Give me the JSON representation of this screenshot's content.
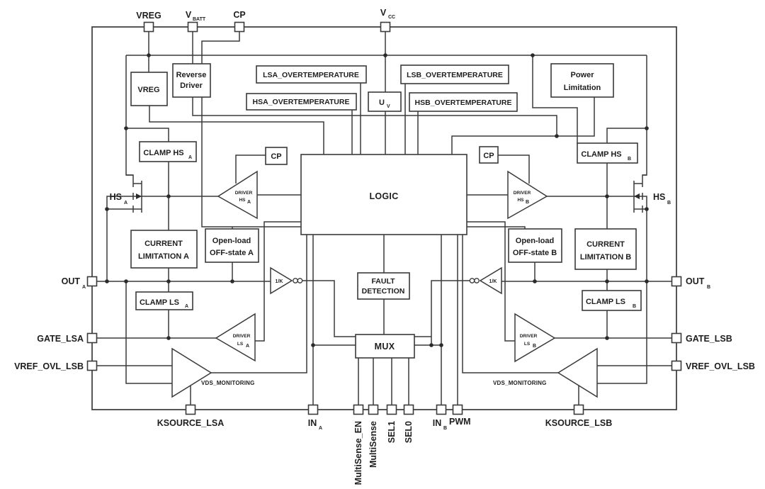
{
  "colors": {
    "line": "#3a3a3a",
    "text": "#1e1e1e",
    "background": "#ffffff"
  },
  "pins": {
    "vreg": "VREG",
    "vbatt_base": "V",
    "vbatt_sub": "BATT",
    "cp": "CP",
    "vcc_base": "V",
    "vcc_sub": "CC",
    "out_a_base": "OUT",
    "out_a_sub": "A",
    "gate_lsa": "GATE_LSA",
    "vref_ovl_lsb_left": "VREF_OVL_LSB",
    "out_b_base": "OUT",
    "out_b_sub": "B",
    "gate_lsb": "GATE_LSB",
    "vref_ovl_lsb_right": "VREF_OVL_LSB",
    "ksource_lsa": "KSOURCE_LSA",
    "in_a_base": "IN",
    "in_a_sub": "A",
    "multisense_en": "MultiSense_EN",
    "multisense": "MultiSense",
    "sel1": "SEL1",
    "sel0": "SEL0",
    "in_b_base": "IN",
    "in_b_sub": "B",
    "pwm": "PWM",
    "ksource_lsb": "KSOURCE_LSB"
  },
  "blocks": {
    "vreg": "VREG",
    "reverse_driver_1": "Reverse",
    "reverse_driver_2": "Driver",
    "lsa_ot": "LSA_OVERTEMPERATURE",
    "hsa_ot": "HSA_OVERTEMPERATURE",
    "uv_base": "U",
    "uv_sub": "V",
    "lsb_ot": "LSB_OVERTEMPERATURE",
    "hsb_ot": "HSB_OVERTEMPERATURE",
    "power_1": "Power",
    "power_2": "Limitation",
    "clamp_hs": "CLAMP HS",
    "clamp_ls": "CLAMP LS",
    "sub_a": "A",
    "sub_b": "B",
    "cp": "CP",
    "logic": "LOGIC",
    "driver": "DRIVER",
    "hs": "HS",
    "ls": "LS",
    "current_1": "CURRENT",
    "current_a_2": "LIMITATION A",
    "current_b_2": "LIMITATION B",
    "openload_1": "Open-load",
    "openload_a_2": "OFF-state A",
    "openload_b_2": "OFF-state B",
    "fault_1": "FAULT",
    "fault_2": "DETECTION",
    "k": "1/K",
    "mux": "MUX",
    "vds": "VDS_MONITORING",
    "hs_label": "HS"
  }
}
